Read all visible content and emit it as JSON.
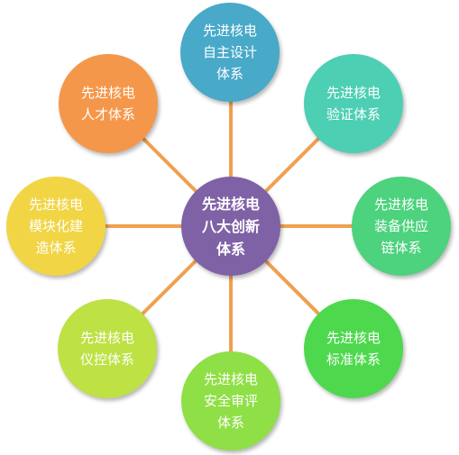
{
  "diagram": {
    "connector_color": "#F0A050",
    "center": {
      "label": "先进核电\n八大创新\n体系",
      "color": "#7F62A6"
    },
    "nodes": [
      {
        "id": "design",
        "label": "先进核电\n自主设计\n体系",
        "color": "#48A9C9"
      },
      {
        "id": "verify",
        "label": "先进核电\n验证体系",
        "color": "#4CCFB3"
      },
      {
        "id": "supply",
        "label": "先进核电\n装备供应\n链体系",
        "color": "#4DD27E"
      },
      {
        "id": "standard",
        "label": "先进核电\n标准体系",
        "color": "#4ED84E"
      },
      {
        "id": "safety",
        "label": "先进核电\n安全审评\n体系",
        "color": "#8FDF46"
      },
      {
        "id": "control",
        "label": "先进核电\n仪控体系",
        "color": "#BEE144"
      },
      {
        "id": "modular",
        "label": "先进核电\n模块化建\n造体系",
        "color": "#F1D544"
      },
      {
        "id": "talent",
        "label": "先进核电\n人才体系",
        "color": "#F5974A"
      }
    ]
  }
}
